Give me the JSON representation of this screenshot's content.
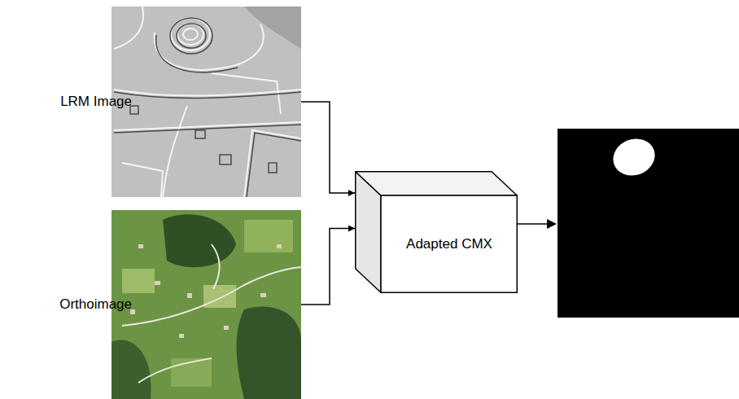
{
  "diagram": {
    "nodes": [
      {
        "text": [
          "LRM Image"
        ]
      },
      {
        "text": [
          "Orthoimage"
        ]
      },
      {
        "text": [
          "Adapted CMX"
        ]
      }
    ],
    "edges": [
      {
        "from": 0,
        "to": 2,
        "arrow": "to"
      },
      {
        "from": 1,
        "to": 2,
        "arrow": "to"
      }
    ]
  }
}
